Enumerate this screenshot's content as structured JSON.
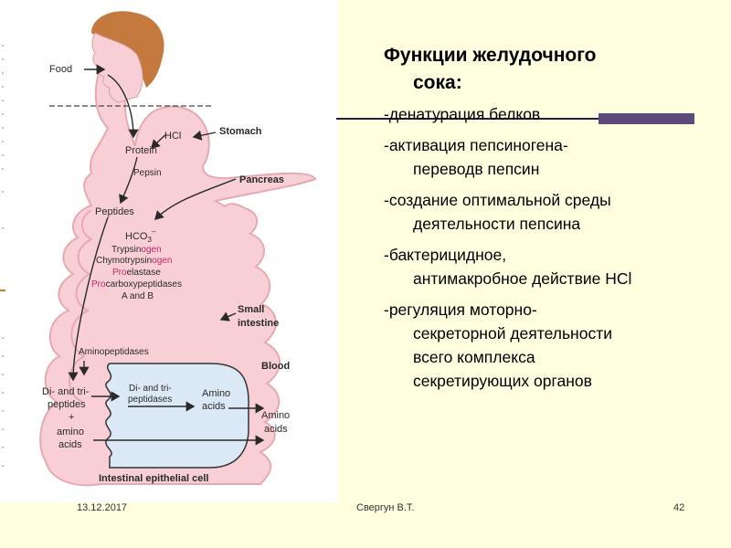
{
  "slide": {
    "title_line1": "Функции желудочного",
    "title_line2": "сока:",
    "bullets": [
      {
        "line1": "-денатурация белков",
        "line2": ""
      },
      {
        "line1": "-активация пепсиногена-",
        "line2": "переводв пепсин"
      },
      {
        "line1": "-создание оптимальной среды",
        "line2": "деятельности пепсина"
      },
      {
        "line1": "-бактерицидное,",
        "line2": "антимакробное действие HCl"
      },
      {
        "line1": "-регуляция моторно-",
        "line2": "секреторной деятельности",
        "line3": "всего комплекса",
        "line4": "секретирующих органов"
      }
    ]
  },
  "diagram": {
    "food": "Food",
    "stomach": "Stomach",
    "hcl": "HCl",
    "protein": "Protein",
    "pepsin": "Pepsin",
    "pancreas": "Pancreas",
    "peptides": "Peptides",
    "hco3": "HCO",
    "hco3_sub": "3",
    "hco3_sup": "–",
    "trypsinogen_a": "Trypsin",
    "trypsinogen_b": "ogen",
    "chymotrypsinogen_a": "Chymotrypsin",
    "chymotrypsinogen_b": "ogen",
    "proelastase_a": "Pro",
    "proelastase_b": "elastase",
    "procarboxy_a": "Pro",
    "procarboxy_b": "carboxypeptidases",
    "procarboxy_c": "A and B",
    "small_intestine_1": "Small",
    "small_intestine_2": "intestine",
    "blood": "Blood",
    "aminopeptidases": "Aminopeptidases",
    "di_tri_1": "Di- and tri-",
    "di_tri_2": "peptides",
    "plus": "+",
    "amino_acids_1": "amino",
    "amino_acids_2": "acids",
    "cell_enzyme_1": "Di- and tri-",
    "cell_enzyme_2": "peptidases",
    "cell_amino_1": "Amino",
    "cell_amino_2": "acids",
    "blood_amino_1": "Amino",
    "blood_amino_2": "acids",
    "cell_label": "Intestinal epithelial cell"
  },
  "colors": {
    "background": "#ffffe0",
    "tract_fill": "#f7cfd4",
    "tract_stroke": "#e7a9b1",
    "cell_fill": "#dbe8f5",
    "zymogen_text": "#c8246c",
    "hair": "#c47a3e"
  },
  "footer": {
    "date": "13.12.2017",
    "author": "Свергун В.Т.",
    "page": "42"
  }
}
